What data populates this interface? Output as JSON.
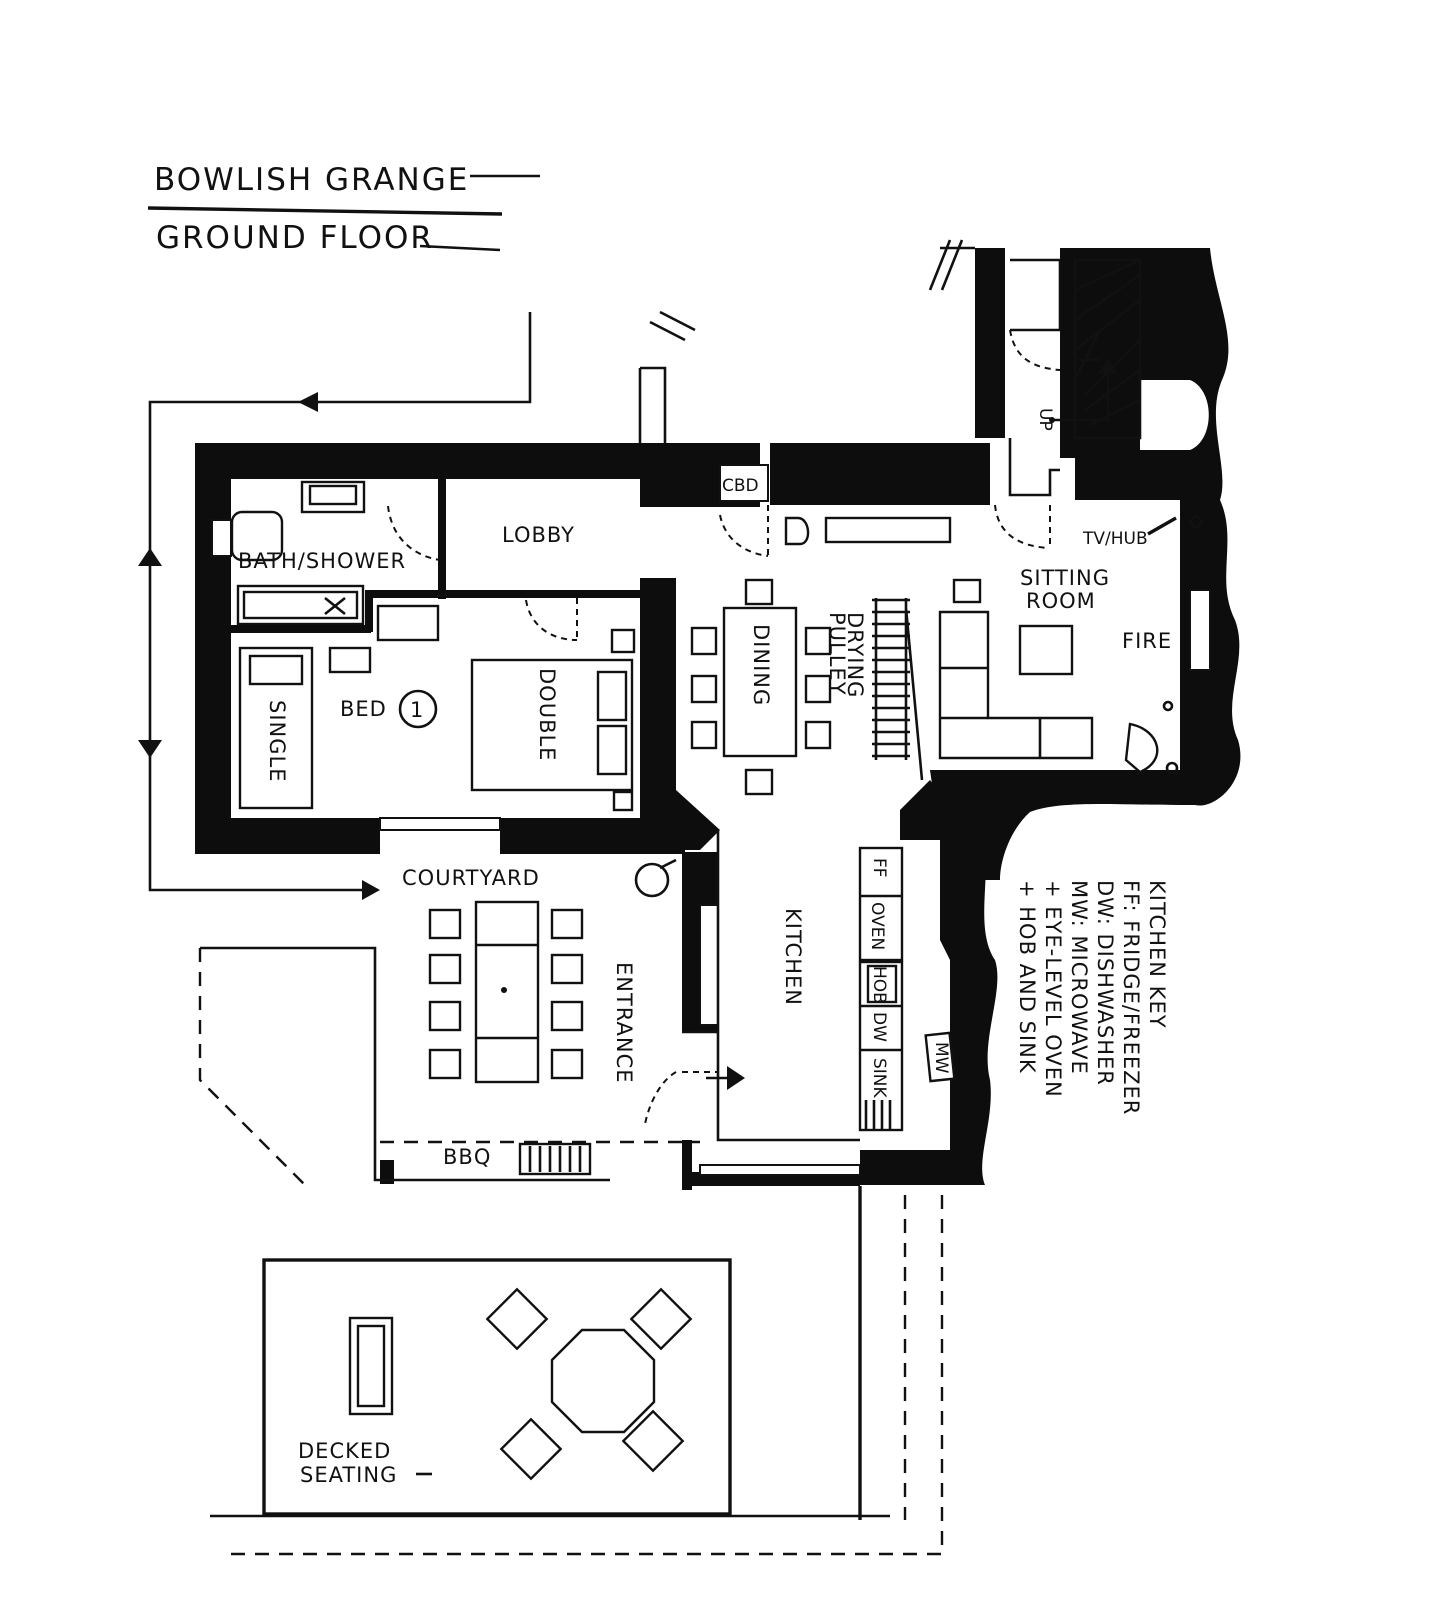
{
  "title": {
    "line1": "BOWLISH GRANGE",
    "line2": "GROUND FLOOR"
  },
  "rooms": {
    "bath_shower": "BATH/SHOWER",
    "lobby": "LOBBY",
    "cbd": "CBD",
    "tv_hub": "TV/HUB",
    "sitting_line1": "SITTING",
    "sitting_line2": "ROOM",
    "fire": "FIRE",
    "bed1": "BED",
    "bed1_number": "1",
    "single": "SINGLE",
    "double": "DOUBLE",
    "dining": "DINING",
    "drying_line1": "DRYING",
    "drying_line2": "PULLEY",
    "up": "UP",
    "courtyard": "COURTYARD",
    "kitchen": "KITCHEN",
    "entrance": "ENTRANCE",
    "bbq": "BBQ",
    "decked_line1": "DECKED",
    "decked_line2": "SEATING"
  },
  "appliances": {
    "ff": "FF",
    "oven": "OVEN",
    "hob": "HOB",
    "dw": "DW",
    "sink": "SINK",
    "mw": "MW"
  },
  "kitchen_key": {
    "heading": "KITCHEN KEY",
    "entries": [
      "FF: FRIDGE/FREEZER",
      "DW: DISHWASHER",
      "MW: MICROWAVE",
      "+ EYE-LEVEL OVEN",
      "+ HOB AND SINK"
    ]
  }
}
